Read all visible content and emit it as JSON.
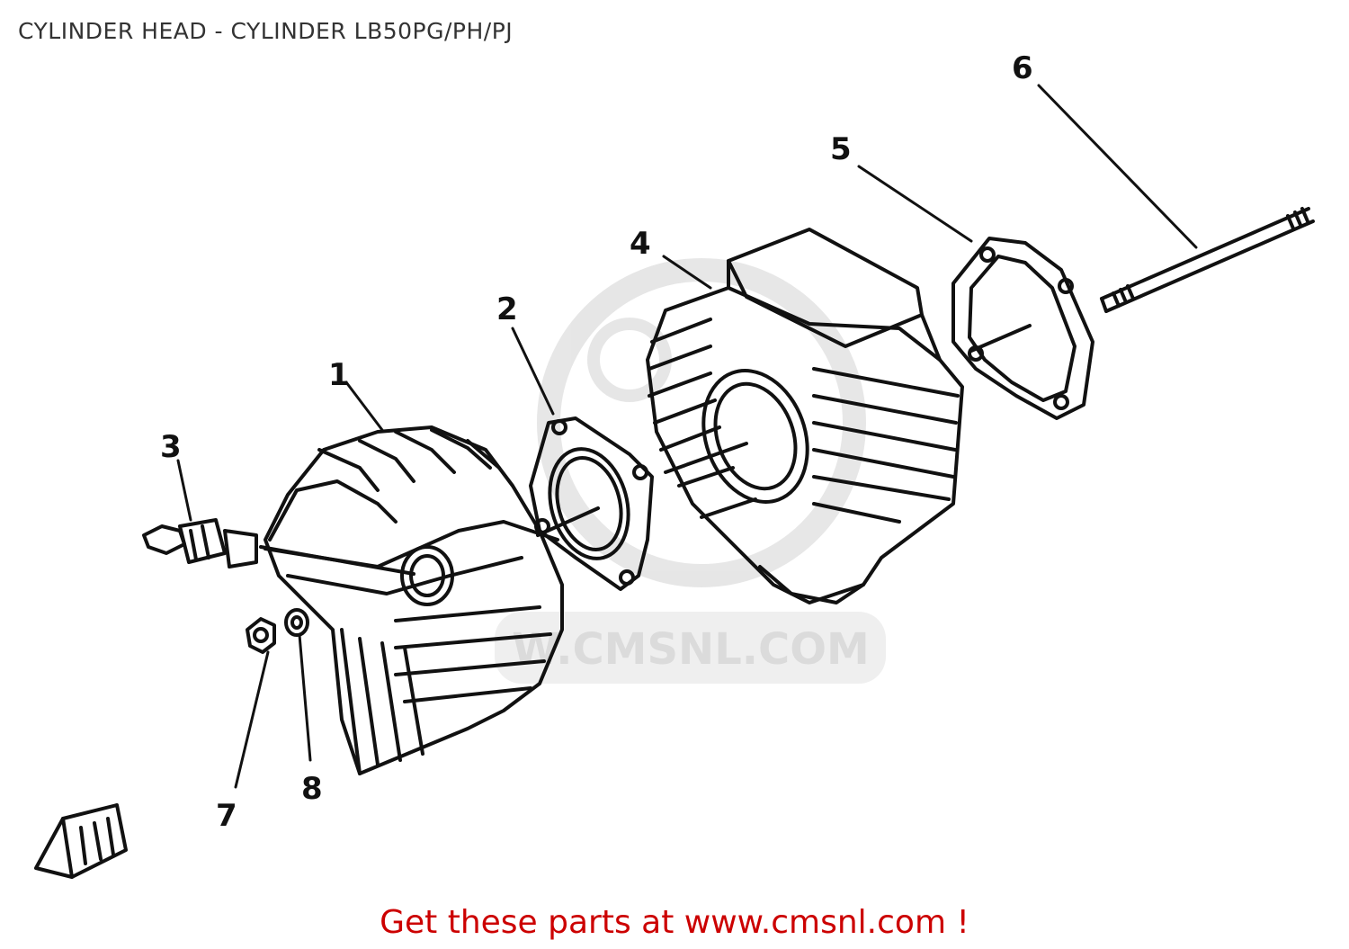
{
  "page_title": "CYLINDER HEAD - CYLINDER LB50PG/PH/PJ",
  "footer": {
    "text": "Get these parts at www.cmsnl.com !",
    "color": "#cc0000"
  },
  "watermark": {
    "text": "W.CMSNL.COM",
    "color": "#d8d8d8"
  },
  "callouts": [
    "1",
    "2",
    "3",
    "4",
    "5",
    "6",
    "7",
    "8"
  ],
  "parts": [
    {
      "id": "cylinder-head",
      "callout": "1"
    },
    {
      "id": "head-gasket",
      "callout": "2"
    },
    {
      "id": "spark-plug",
      "callout": "3"
    },
    {
      "id": "cylinder",
      "callout": "4"
    },
    {
      "id": "base-gasket",
      "callout": "5"
    },
    {
      "id": "stud-bolt",
      "callout": "6"
    },
    {
      "id": "nut",
      "callout": "7"
    },
    {
      "id": "washer",
      "callout": "8"
    }
  ]
}
